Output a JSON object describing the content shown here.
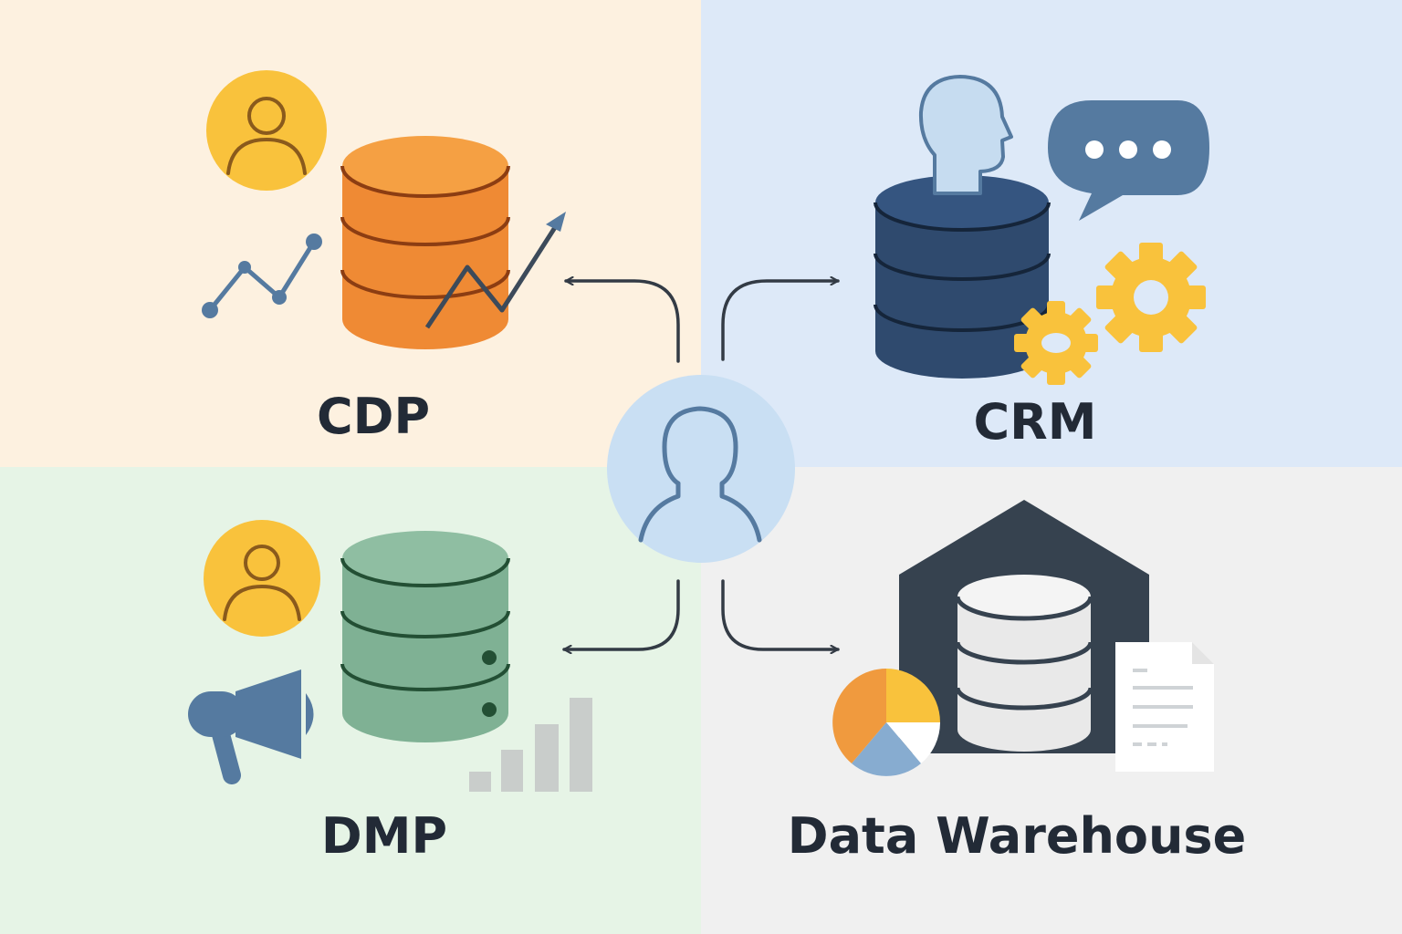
{
  "diagram": {
    "nodes": {
      "cdp": {
        "label": "CDP",
        "bg_color": "#fdf1e0",
        "db_color": "#ef8a34"
      },
      "crm": {
        "label": "CRM",
        "bg_color": "#dde9f8",
        "db_color": "#2f4a6e"
      },
      "dmp": {
        "label": "DMP",
        "bg_color": "#e6f4e6",
        "db_color": "#7fb194"
      },
      "dwh": {
        "label": "Data Warehouse",
        "bg_color": "#f0f0f0",
        "db_color": "#e9e9e9"
      }
    },
    "center": {
      "icon": "customer-icon",
      "color": "#c9dff3"
    },
    "edges": [
      {
        "from": "center",
        "to": "cdp"
      },
      {
        "from": "center",
        "to": "crm"
      },
      {
        "from": "center",
        "to": "dmp"
      },
      {
        "from": "center",
        "to": "dwh"
      }
    ],
    "icons": [
      "user-badge-icon",
      "trend-line-icon",
      "head-profile-icon",
      "chat-bubble-icon",
      "gear-icon",
      "megaphone-icon",
      "bar-chart-icon",
      "warehouse-icon",
      "pie-chart-icon",
      "document-icon"
    ],
    "colors": {
      "accent_yellow": "#f9c23c",
      "steel_blue": "#557aa0",
      "arrow": "#333b45",
      "text": "#222a36"
    }
  }
}
